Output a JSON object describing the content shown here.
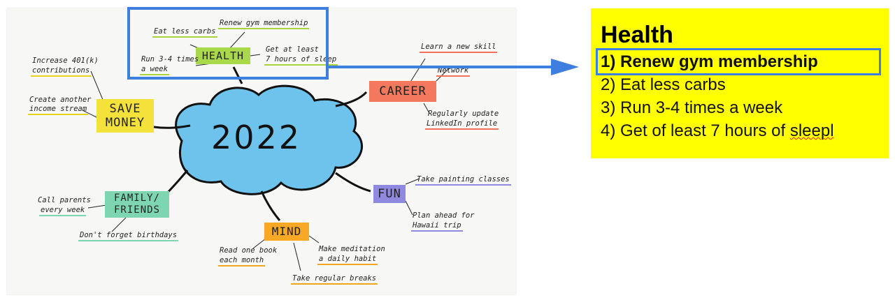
{
  "mindmap": {
    "center": "2022",
    "health": {
      "label": "HEALTH",
      "items": [
        "Eat less carbs",
        "Renew gym membership",
        "Run 3-4 times",
        "a week",
        "Get at least",
        "7 hours of sleep"
      ]
    },
    "career": {
      "label": "CAREER",
      "items": [
        "Learn a new skill",
        "Network",
        "Regularly update",
        "LinkedIn profile"
      ]
    },
    "save_money": {
      "label_line1": "SAVE",
      "label_line2": "MONEY",
      "items": [
        "Increase 401(k)",
        "contributions",
        "Create another",
        "income stream"
      ]
    },
    "fun": {
      "label": "FUN",
      "items": [
        "Take painting classes",
        "Plan ahead for",
        "Hawaii trip"
      ]
    },
    "family": {
      "label_line1": "FAMILY/",
      "label_line2": "FRIENDS",
      "items": [
        "Call parents",
        "every week",
        "Don't forget birthdays"
      ]
    },
    "mind": {
      "label": "MIND",
      "items": [
        "Read one book",
        "each month",
        "Make meditation",
        "a daily habit",
        "Take regular breaks"
      ]
    }
  },
  "panel": {
    "title": "Health",
    "items": [
      "1) Renew gym membership",
      "2) Eat less carbs",
      "3) Run 3-4 times a week",
      "4) Get of least 7 hours of ",
      "sleepl"
    ]
  },
  "colors": {
    "health": "#a9d94a",
    "career": "#f3785e",
    "money": "#f4e23a",
    "fun": "#8f8ae0",
    "family": "#7ed6b0",
    "mind": "#f7a825",
    "cloud": "#6ec3ec",
    "highlight": "#3e7ee0",
    "panel": "#ffff00"
  }
}
